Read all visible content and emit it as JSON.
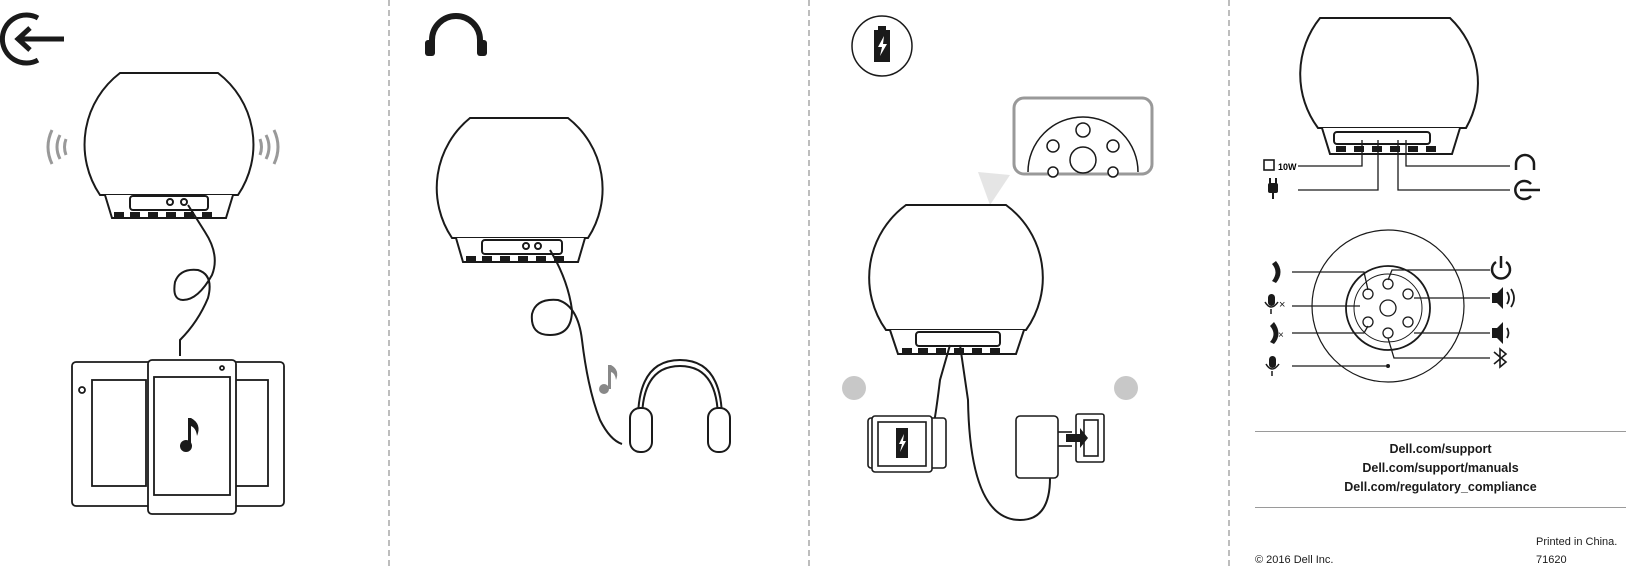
{
  "links": {
    "support": "Dell.com/support",
    "manuals": "Dell.com/support/manuals",
    "regulatory": "Dell.com/regulatory_compliance"
  },
  "footer": {
    "copyright": "© 2016 Dell Inc.",
    "printed": "Printed in China.",
    "code": "71620"
  },
  "labels": {
    "power_rating": "10W"
  },
  "colors": {
    "line": "#1a1a1a",
    "accent_circle": "#c8c8c8",
    "dash": "#bdbdbd",
    "glare": "#999999"
  },
  "icons": {
    "panel1": "audio-in-arrow-icon",
    "panel2": "headphones-icon",
    "panel3": "battery-charging-icon"
  }
}
